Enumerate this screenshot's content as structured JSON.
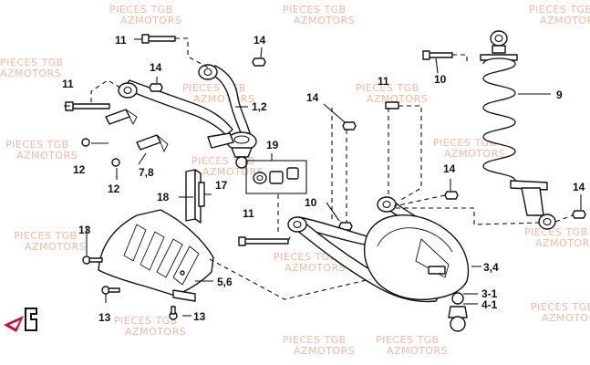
{
  "watermarks": [
    "PIECES TGB",
    "AZMOTORS"
  ],
  "callouts": {
    "c1": "11",
    "c2": "14",
    "c3": "14",
    "c4": "11",
    "c5": "1,2",
    "c6": "12",
    "c7": "12",
    "c8": "7,8",
    "c9": "19",
    "c10": "17",
    "c11": "18",
    "c12": "11",
    "c13": "13",
    "c14": "5,6",
    "c15": "13",
    "c16": "13",
    "c17": "11",
    "c18": "14",
    "c19": "10",
    "c20": "10",
    "c21": "14",
    "c22": "9",
    "c23": "14",
    "c24": "3,4",
    "c25": "3-1",
    "c26": "4-1"
  },
  "logo": {
    "icon": "azmotors-logo-icon"
  }
}
